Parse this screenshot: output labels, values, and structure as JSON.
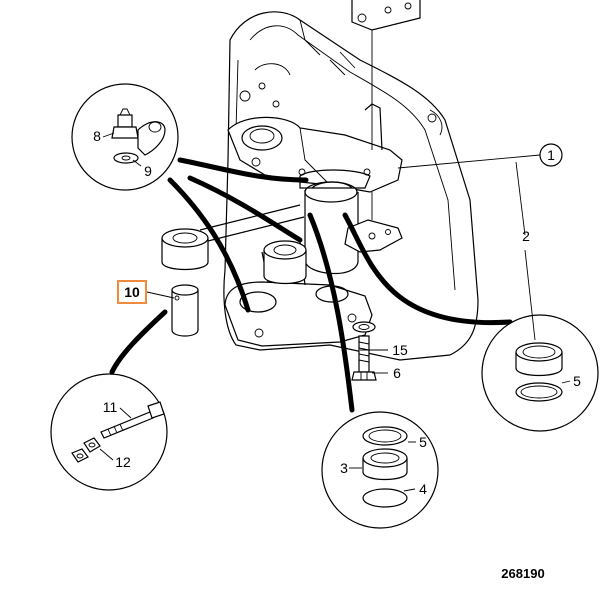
{
  "diagram": {
    "labels": {
      "p1": "1",
      "p2": "2",
      "p3": "3",
      "p4": "4",
      "p5a": "5",
      "p5b": "5",
      "p6": "6",
      "p8": "8",
      "p9": "9",
      "p10": "10",
      "p11": "11",
      "p12": "12",
      "p15": "15"
    },
    "highlight_color": "#f08a3c",
    "reference_number": "268190"
  }
}
